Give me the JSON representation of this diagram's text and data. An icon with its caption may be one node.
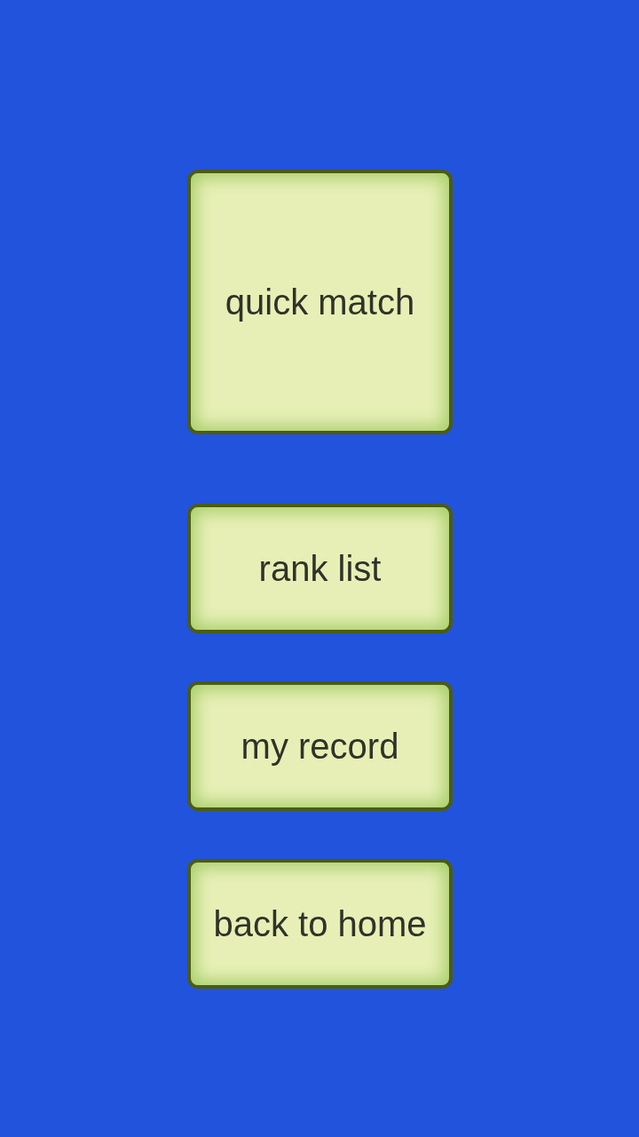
{
  "diagram": {
    "nodes": [
      {
        "text": [
          "quick match"
        ]
      },
      {
        "text": [
          "rank list"
        ]
      },
      {
        "text": [
          "my record"
        ]
      },
      {
        "text": [
          "back to home"
        ]
      }
    ]
  }
}
